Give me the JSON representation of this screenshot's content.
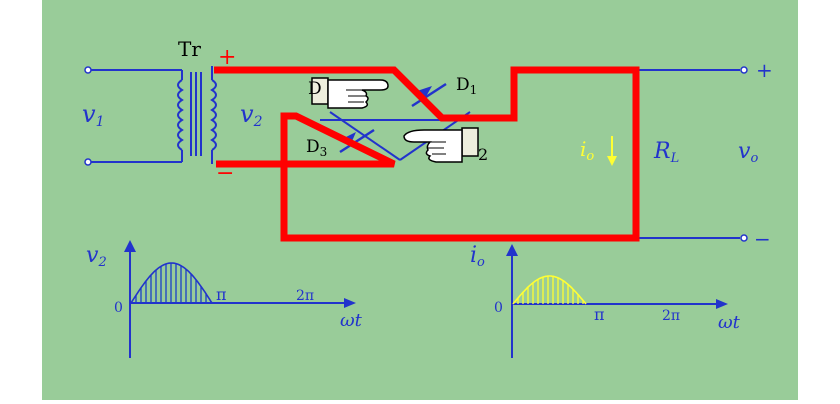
{
  "colors": {
    "background": "#99cc99",
    "wire": "#2233cc",
    "current_path": "#ff0000",
    "v2_fill": "#1a3fc8",
    "io_fill": "#ffff33",
    "label_io": "#ffff33",
    "hand": "#ffffff"
  },
  "circuit": {
    "transformer": "Tr",
    "plus_mark": "+",
    "minus_mark": "−",
    "v1": "v",
    "v1_sub": "1",
    "v2": "v",
    "v2_sub": "2",
    "d1": "D",
    "d1_sub": "1",
    "d3": "D",
    "d3_sub": "3",
    "d4_partial": "D",
    "d2_partial": "2",
    "io": "i",
    "io_sub": "o",
    "rl": "R",
    "rl_sub": "L",
    "vo": "v",
    "vo_sub": "o",
    "out_plus": "+",
    "out_minus": "−"
  },
  "graphs": {
    "left": {
      "ylabel": "v",
      "ylabel_sub": "2",
      "origin": "0",
      "pi": "π",
      "two_pi": "2π",
      "xlabel": "ωt"
    },
    "right": {
      "ylabel": "i",
      "ylabel_sub": "o",
      "origin": "0",
      "pi": "π",
      "two_pi": "2π",
      "xlabel": "ωt"
    }
  }
}
